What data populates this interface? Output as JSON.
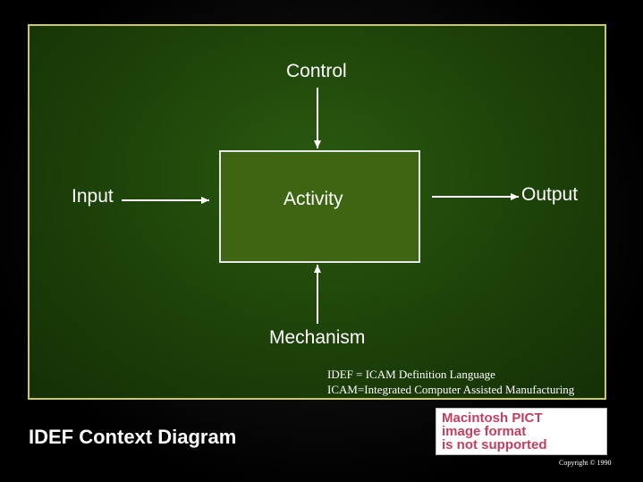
{
  "diagram": {
    "control_label": "Control",
    "input_label": "Input",
    "activity_label": "Activity",
    "output_label": "Output",
    "mechanism_label": "Mechanism"
  },
  "definitions": {
    "line1": "IDEF = ICAM Definition Language",
    "line2": "ICAM=Integrated Computer Assisted Manufacturing"
  },
  "slide": {
    "title": "IDEF Context Diagram",
    "copyright": "Copyright © 1990"
  },
  "placeholder_image": {
    "line1": "Macintosh PICT",
    "line2": "image format",
    "line3": "is not supported"
  },
  "colors": {
    "background": "#000000",
    "panel": "#1c3f08",
    "panel_border": "#c9c967",
    "activity_fill": "#3e6612",
    "text": "#ffffff"
  }
}
